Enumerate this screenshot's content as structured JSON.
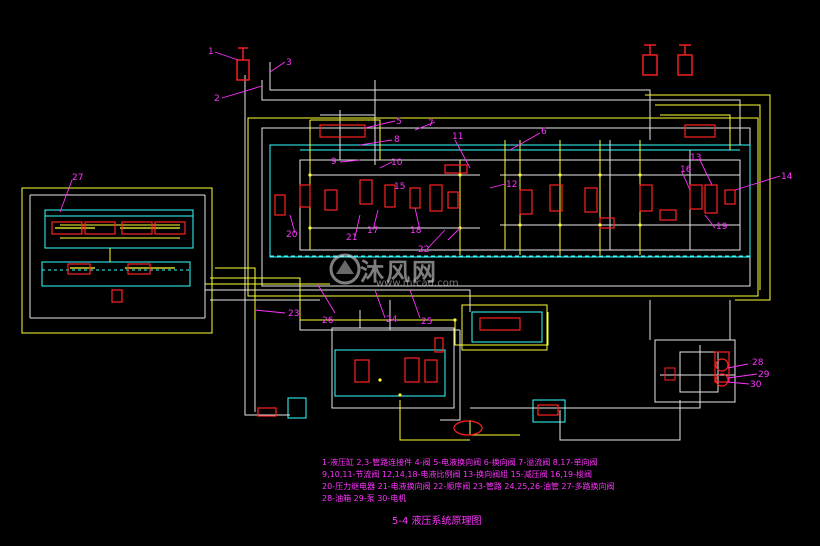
{
  "diagram": {
    "callouts": [
      "1",
      "2",
      "3",
      "5",
      "6",
      "7",
      "8",
      "9",
      "10",
      "11",
      "12",
      "13",
      "14",
      "15",
      "16",
      "17",
      "18",
      "19",
      "20",
      "21",
      "22",
      "23",
      "24",
      "25",
      "26",
      "27",
      "28",
      "29",
      "30"
    ],
    "colors": {
      "background": "#000000",
      "pipe_white": "#e6e6e6",
      "pipe_yellow": "#ffff33",
      "frame_cyan": "#33ffff",
      "valve_red": "#ff2222",
      "label_magenta": "#ff33ff"
    },
    "icons": [
      "cylinder-icon",
      "valve-icon",
      "pump-icon",
      "motor-icon"
    ]
  },
  "legend": {
    "lines": [
      "1-液压缸  2,3-管路连接件  4-阀  5-电液换向阀  6-换向阀  7-溢流阀  8,17-单向阀",
      "9,10,11-节流阀  12,14,18-电液比例阀  13-换向阀组  15-减压阀  16,19-梭阀",
      "20-压力继电器  21-电液换向阀  22-顺序阀  23-管路  24,25,26-油管  27-多路换向阀",
      "28-油箱  29-泵  30-电机"
    ]
  },
  "caption": "5-4 液压系统原理图",
  "watermark": {
    "brand": "沐风网",
    "url": "www.mfcad.com"
  }
}
